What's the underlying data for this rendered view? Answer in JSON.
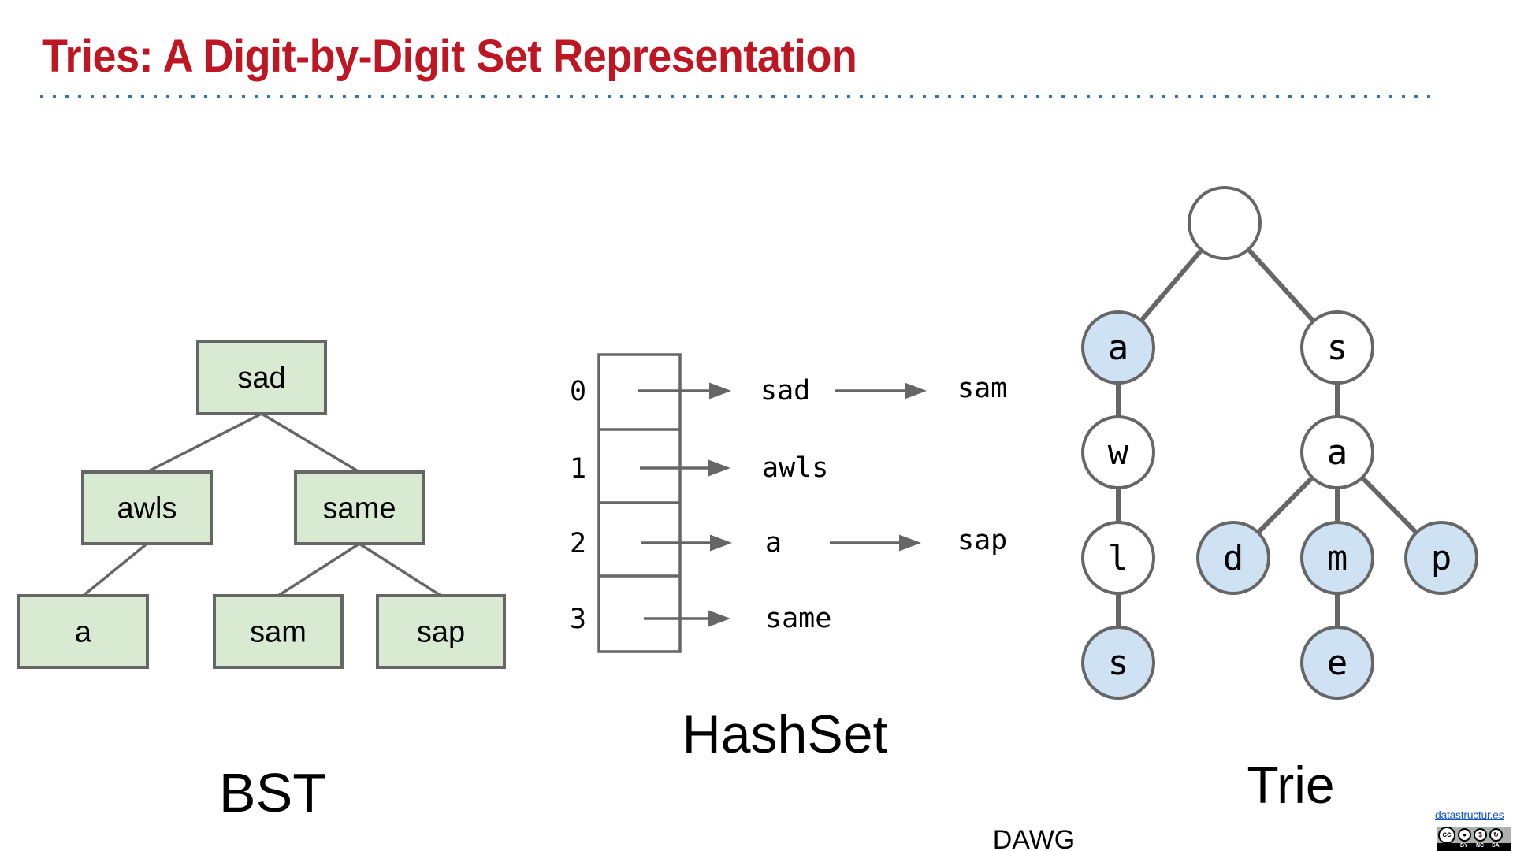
{
  "slide": {
    "title": "Tries: A Digit-by-Digit Set Representation",
    "colors": {
      "title": "#be1622",
      "rule": "#2e75b6",
      "bst_fill": "#d9ead3",
      "trie_marked_fill": "#cfe2f3",
      "stroke": "#666666",
      "link": "#1155cc"
    }
  },
  "bst": {
    "caption": "BST",
    "nodes": [
      {
        "id": "sad",
        "label": "sad"
      },
      {
        "id": "awls",
        "label": "awls"
      },
      {
        "id": "same",
        "label": "same"
      },
      {
        "id": "a",
        "label": "a"
      },
      {
        "id": "sam",
        "label": "sam"
      },
      {
        "id": "sap",
        "label": "sap"
      }
    ],
    "edges": [
      [
        "sad",
        "awls"
      ],
      [
        "sad",
        "same"
      ],
      [
        "awls",
        "a"
      ],
      [
        "same",
        "sam"
      ],
      [
        "same",
        "sap"
      ]
    ]
  },
  "hashset": {
    "caption": "HashSet",
    "buckets": [
      {
        "index": "0",
        "chain": [
          "sad",
          "sam"
        ]
      },
      {
        "index": "1",
        "chain": [
          "awls"
        ]
      },
      {
        "index": "2",
        "chain": [
          "a",
          "sap"
        ]
      },
      {
        "index": "3",
        "chain": [
          "same"
        ]
      }
    ]
  },
  "trie": {
    "caption": "Trie",
    "nodes": [
      {
        "id": "root",
        "label": "",
        "marked": false
      },
      {
        "id": "a1",
        "label": "a",
        "marked": true
      },
      {
        "id": "w",
        "label": "w",
        "marked": false
      },
      {
        "id": "l",
        "label": "l",
        "marked": false
      },
      {
        "id": "s2",
        "label": "s",
        "marked": true
      },
      {
        "id": "s1",
        "label": "s",
        "marked": false
      },
      {
        "id": "a2",
        "label": "a",
        "marked": false
      },
      {
        "id": "d",
        "label": "d",
        "marked": true
      },
      {
        "id": "m",
        "label": "m",
        "marked": true
      },
      {
        "id": "p",
        "label": "p",
        "marked": true
      },
      {
        "id": "e",
        "label": "e",
        "marked": true
      }
    ],
    "edges": [
      [
        "root",
        "a1"
      ],
      [
        "root",
        "s1"
      ],
      [
        "a1",
        "w"
      ],
      [
        "w",
        "l"
      ],
      [
        "l",
        "s2"
      ],
      [
        "s1",
        "a2"
      ],
      [
        "a2",
        "d"
      ],
      [
        "a2",
        "m"
      ],
      [
        "a2",
        "p"
      ],
      [
        "m",
        "e"
      ]
    ]
  },
  "dawg_label": "DAWG",
  "footer": {
    "link_text": "datastructur.es",
    "license_badge": {
      "icon": "creative-commons-icon",
      "labels": [
        "BY",
        "NC",
        "SA"
      ]
    }
  }
}
